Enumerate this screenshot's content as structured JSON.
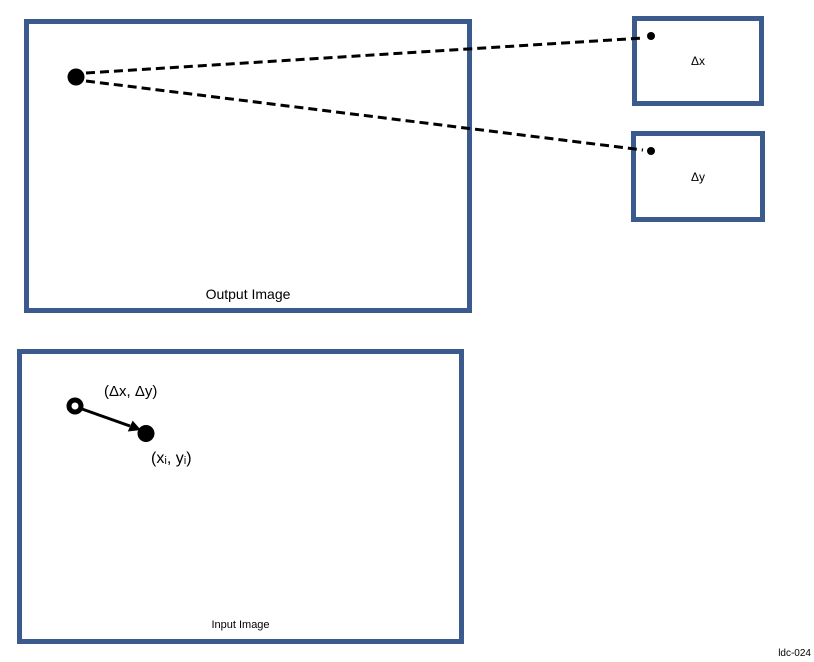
{
  "figure": {
    "output_box": {
      "label": "Output Image"
    },
    "input_box": {
      "label": "Input Image"
    },
    "dx_box": {
      "label": "Δx"
    },
    "dy_box": {
      "label": "Δy"
    },
    "annotations": {
      "offset_vector_label": "(Δx, Δy)",
      "input_point_label": "(xᵢ, yᵢ)"
    },
    "figure_id": "ldc-024",
    "colors": {
      "box_border": "#3B5B8F",
      "shapes_and_text": "#000000",
      "background": "#FFFFFF"
    }
  }
}
